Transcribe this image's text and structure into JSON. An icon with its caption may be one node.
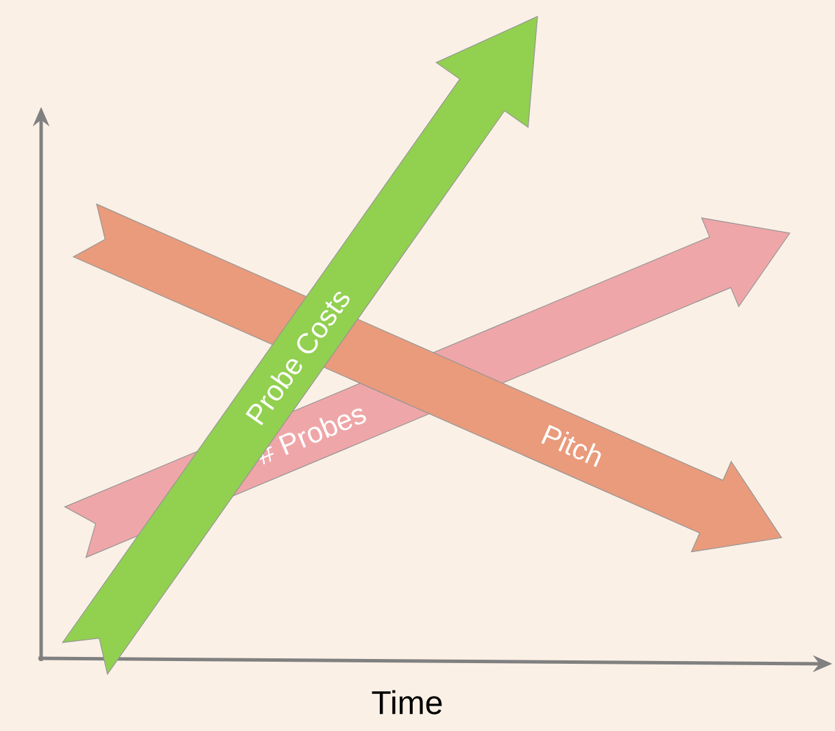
{
  "diagram": {
    "nodes": [
      {
        "text": [
          "Probe Costs"
        ]
      },
      {
        "text": [
          "# Probes"
        ]
      },
      {
        "text": [
          "Pitch"
        ]
      }
    ],
    "labels": [
      "Time"
    ]
  }
}
